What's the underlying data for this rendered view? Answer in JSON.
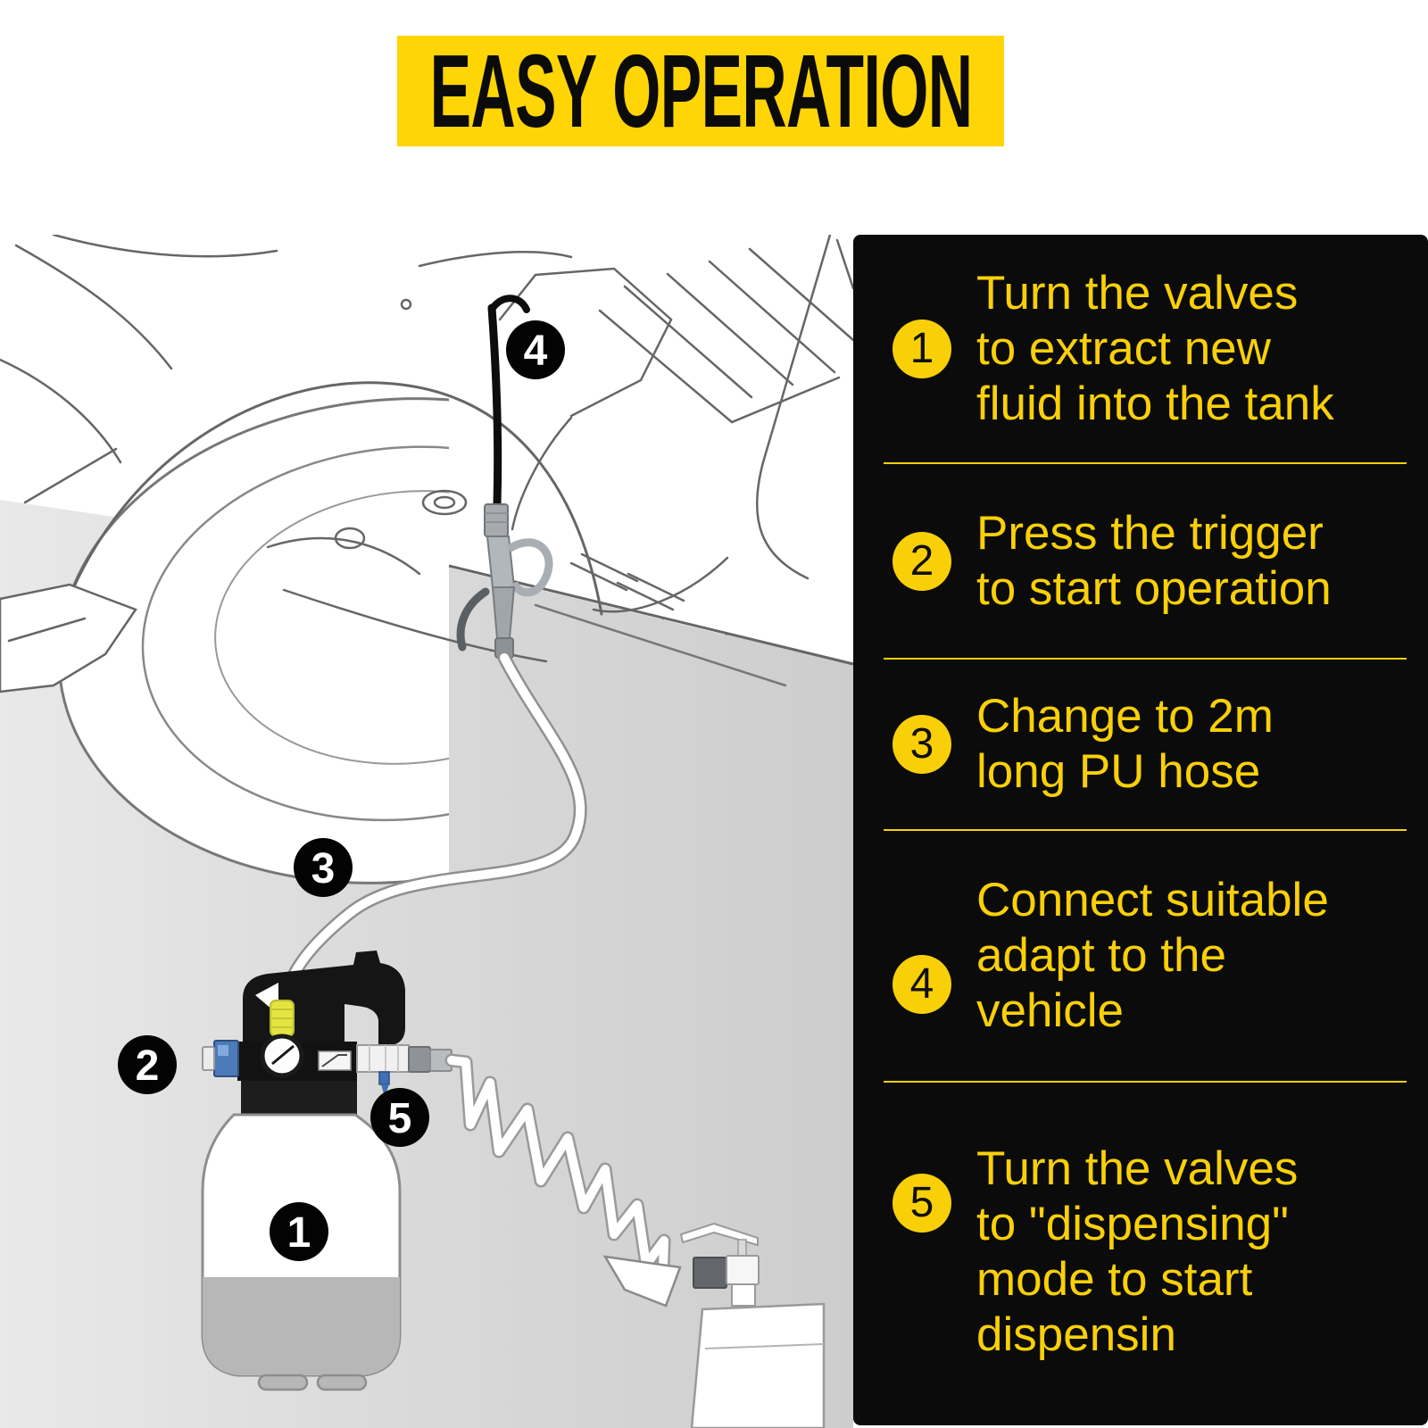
{
  "banner": {
    "title": "EASY OPERATION"
  },
  "panel": {
    "steps": [
      {
        "num": "1",
        "text": "Turn the valves\nto extract new\nfluid into the tank"
      },
      {
        "num": "2",
        "text": "Press the trigger\nto start operation"
      },
      {
        "num": "3",
        "text": "Change to 2m\nlong PU hose"
      },
      {
        "num": "4",
        "text": "Connect suitable\nadapt to the\nvehicle"
      },
      {
        "num": "5",
        "text": "Turn the valves\nto \"dispensing\"\nmode to start\ndispensin"
      }
    ]
  },
  "diagram": {
    "markers": [
      {
        "label": "1"
      },
      {
        "label": "2"
      },
      {
        "label": "3"
      },
      {
        "label": "4"
      },
      {
        "label": "5"
      }
    ]
  },
  "theme": {
    "accent": "#F9D008",
    "banner_bg": "#FFD506",
    "panel_bg": "#0B0B0B",
    "marker_bg": "#030303",
    "floor_left": "#E9E9E9",
    "floor_right": "#CDCDCD"
  }
}
